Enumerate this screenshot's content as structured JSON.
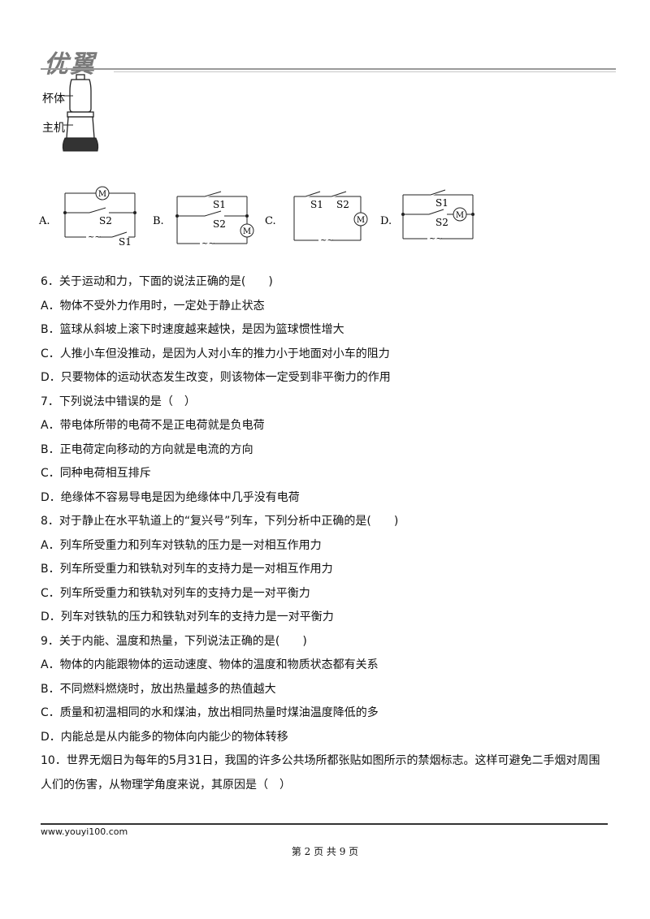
{
  "header": {
    "logo_text": "优翼"
  },
  "figure_top": {
    "label_cup": "杯体",
    "label_base": "主机"
  },
  "circuit_options": [
    {
      "letter": "A.",
      "motor": "M",
      "s2": "S2",
      "s1": "S1"
    },
    {
      "letter": "B.",
      "motor": "M",
      "s1": "S1",
      "s2": "S2"
    },
    {
      "letter": "C.",
      "motor": "M",
      "s1": "S1",
      "s2": "S2"
    },
    {
      "letter": "D.",
      "motor": "M",
      "s1": "S1",
      "s2": "S2"
    }
  ],
  "questions": [
    {
      "stem": "6．关于运动和力，下面的说法正确的是(　　)",
      "options": [
        "A．物体不受外力作用时，一定处于静止状态",
        "B．篮球从斜坡上滚下时速度越来越快，是因为篮球惯性增大",
        "C．人推小车但没推动，是因为人对小车的推力小于地面对小车的阻力",
        "D．只要物体的运动状态发生改变，则该物体一定受到非平衡力的作用"
      ]
    },
    {
      "stem": "7．下列说法中错误的是（　）",
      "options": [
        "A．带电体所带的电荷不是正电荷就是负电荷",
        "B．正电荷定向移动的方向就是电流的方向",
        "C．同种电荷相互排斥",
        "D．绝缘体不容易导电是因为绝缘体中几乎没有电荷"
      ]
    },
    {
      "stem": "8．对于静止在水平轨道上的“复兴号”列车，下列分析中正确的是(　　)",
      "options": [
        "A．列车所受重力和列车对铁轨的压力是一对相互作用力",
        "B．列车所受重力和铁轨对列车的支持力是一对相互作用力",
        "C．列车所受重力和铁轨对列车的支持力是一对平衡力",
        "D．列车对铁轨的压力和铁轨对列车的支持力是一对平衡力"
      ]
    },
    {
      "stem": "9．关于内能、温度和热量，下列说法正确的是(　　)",
      "options": [
        "A．物体的内能跟物体的运动速度、物体的温度和物质状态都有关系",
        "B．不同燃料燃烧时，放出热量越多的热值越大",
        "C．质量和初温相同的水和煤油，放出相同热量时煤油温度降低的多",
        "D．内能总是从内能多的物体向内能少的物体转移"
      ]
    },
    {
      "stem": "10．世界无烟日为每年的5月31日，我国的许多公共场所都张贴如图所示的禁烟标志。这样可避免二手烟对周围人们的伤害，从物理学角度来说，其原因是（　）",
      "options": []
    }
  ],
  "footer": {
    "url": "www.youyi100.com",
    "page": "第 2 页 共 9 页"
  }
}
